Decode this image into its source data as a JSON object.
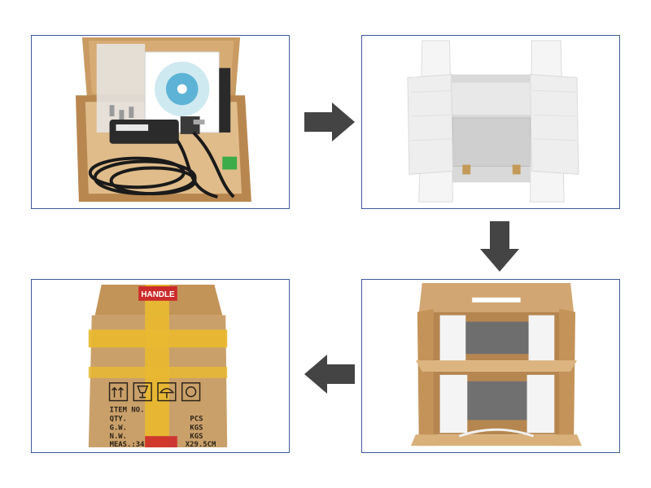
{
  "colors": {
    "panel_border": "#3d5a9c",
    "arrow": "#444444",
    "cardboard": "#c99b62",
    "tape": "#e8b832",
    "foam": "#f2f2f2"
  },
  "steps": [
    {
      "content": "accessory box with power adapter, cables, screws and CD"
    },
    {
      "content": "device wrapped in foam end caps"
    },
    {
      "content": "two foam-packed devices in divided carton"
    },
    {
      "content": "sealed shipping carton"
    }
  ],
  "arrows": [
    "right-arrow",
    "down-arrow",
    "left-arrow"
  ],
  "carton": {
    "lines": [
      {
        "label": "ITEM NO.",
        "value": ""
      },
      {
        "label": "QTY.",
        "value": "PCS"
      },
      {
        "label": "G.W.",
        "value": "KGS"
      },
      {
        "label": "N.W.",
        "value": "KGS"
      },
      {
        "label": "MEAS.:34",
        "value": "X29.5CM"
      }
    ],
    "top_label": "HANDLE",
    "icons": [
      "this-way-up-icon",
      "fragile-glass-icon",
      "keep-dry-umbrella-icon",
      "recycle-icon"
    ]
  }
}
